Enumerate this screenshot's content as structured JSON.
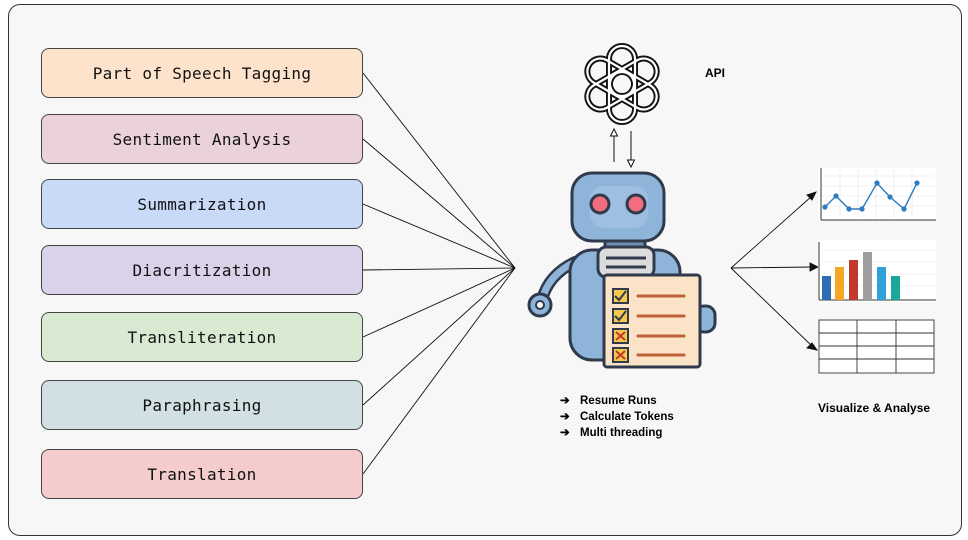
{
  "tasks": [
    {
      "label": "Part of Speech Tagging",
      "color": "#fde3cc"
    },
    {
      "label": "Sentiment Analysis",
      "color": "#ead1dc"
    },
    {
      "label": "Summarization",
      "color": "#c9daf8"
    },
    {
      "label": "Diacritization",
      "color": "#d9d2e9"
    },
    {
      "label": "Transliteration",
      "color": "#d9ead3"
    },
    {
      "label": "Paraphrasing",
      "color": "#d0e0e3"
    },
    {
      "label": "Translation",
      "color": "#f4cccc"
    }
  ],
  "api": {
    "label": "API",
    "icon": "openai-logo-icon"
  },
  "agent": {
    "icon": "robot-with-checklist-icon"
  },
  "features": [
    {
      "arrow": "➔",
      "label": "Resume Runs"
    },
    {
      "arrow": "➔",
      "label": "Calculate Tokens"
    },
    {
      "arrow": "➔",
      "label": "Multi threading"
    }
  ],
  "outputs": {
    "label": "Visualize & Analyse",
    "icons": [
      "line-chart-icon",
      "bar-chart-icon",
      "table-icon"
    ]
  }
}
